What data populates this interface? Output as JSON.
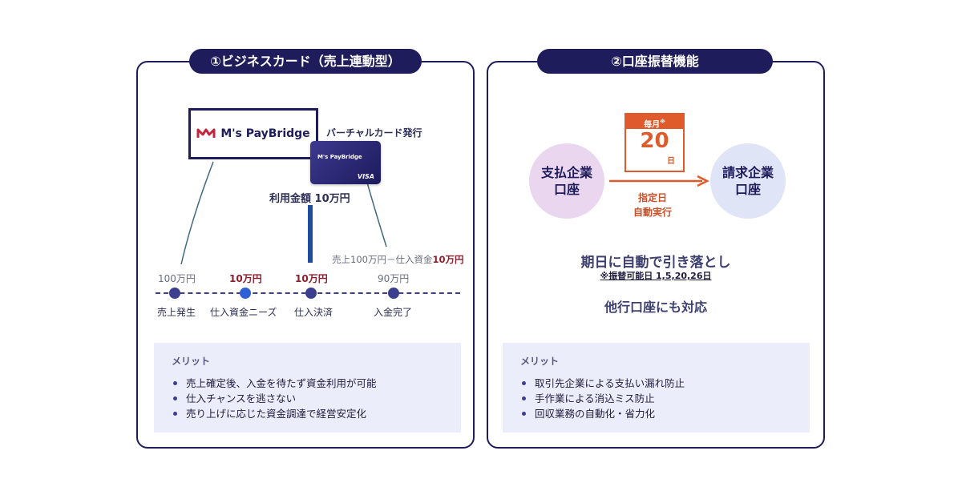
{
  "left_panel": {
    "title": "①ビジネスカード（売上連動型）",
    "logo_text": "M's PayBridge",
    "virtual_card_label": "バーチャルカード発行",
    "card": {
      "name": "M's PayBridge",
      "brand": "VISA"
    },
    "usage_amount": "利用金額 10万円",
    "calc_note": {
      "prefix": "売上100万円－仕入資金",
      "amount": "10万円"
    },
    "timeline": [
      {
        "amount": "100万円",
        "label": "売上発生",
        "amount_style": "gray"
      },
      {
        "amount": "10万円",
        "label": "仕入資金ニーズ",
        "amount_style": "red"
      },
      {
        "amount": "10万円",
        "label": "仕入決済",
        "amount_style": "red"
      },
      {
        "amount": "90万円",
        "label": "入金完了",
        "amount_style": "gray"
      }
    ],
    "merit": {
      "title": "メリット",
      "items": [
        "売上確定後、入金を待たず資金利用が可能",
        "仕入チャンスを逃さない",
        "売り上げに応じた資金調達で経営安定化"
      ]
    }
  },
  "right_panel": {
    "title": "②口座振替機能",
    "payer": {
      "line1": "支払企業",
      "line2": "口座"
    },
    "payee": {
      "line1": "請求企業",
      "line2": "口座"
    },
    "calendar": {
      "header": "毎月",
      "mark": "※",
      "day": "20",
      "unit": "日"
    },
    "arrow_label": {
      "line1": "指定日",
      "line2": "自動実行"
    },
    "headline": "期日に自動で引き落とし",
    "note": "※振替可能日 1,5,20,26日",
    "subheadline": "他行口座にも対応",
    "merit": {
      "title": "メリット",
      "items": [
        "取引先企業による支払い漏れ防止",
        "手作業による消込ミス防止",
        "回収業務の自動化・省力化"
      ]
    }
  },
  "colors": {
    "navy": "#1f1c5c",
    "accent_orange": "#e05b2c",
    "amount_red": "#8a1f2b",
    "merit_bg": "#ebedfa"
  }
}
